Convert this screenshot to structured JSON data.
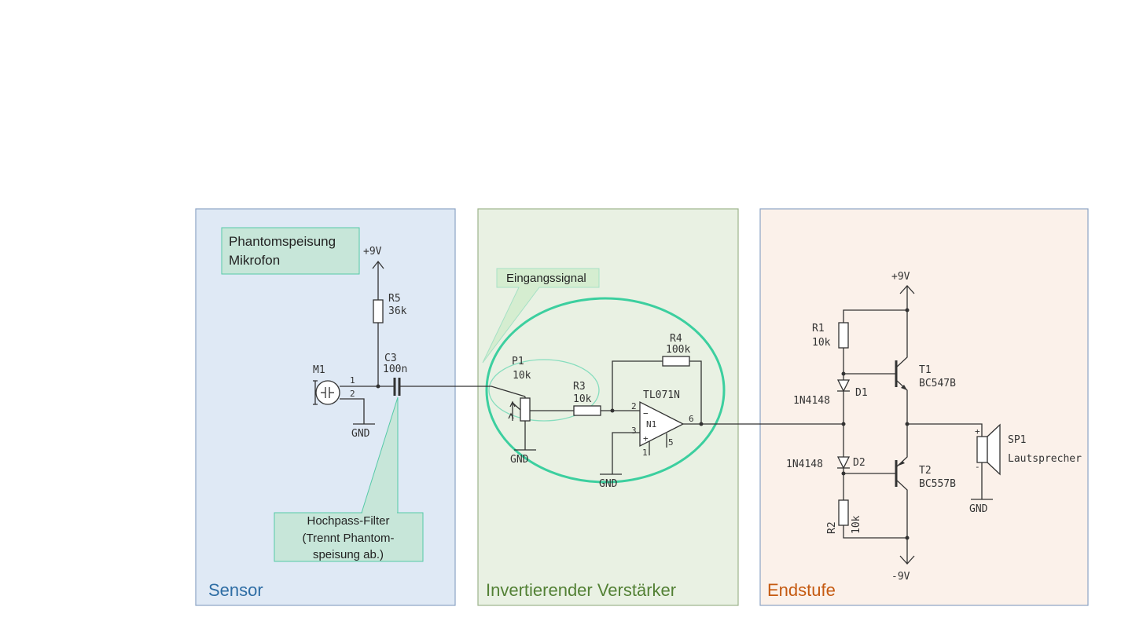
{
  "colors": {
    "sensor_bg": "#dfe9f5",
    "sensor_border": "#8da4c4",
    "sensor_title": "#2e6da4",
    "amp_bg": "#e9f1e3",
    "amp_border": "#9db48c",
    "amp_title": "#538135",
    "power_bg": "#fbf1ea",
    "power_border": "#8da4c4",
    "power_title": "#c55a11",
    "callout_fill": "#c7e6d9",
    "callout_border": "#56c9a8",
    "highlight_ellipse": "#3ccf9f"
  },
  "sections": {
    "sensor": "Sensor",
    "amplifier": "Invertierender Verstärker",
    "power_stage": "Endstufe"
  },
  "callouts": {
    "phantom_line1": "Phantomspeisung",
    "phantom_line2": "Mikrofon",
    "input_signal": "Eingangssignal",
    "highpass_line1": "Hochpass-Filter",
    "highpass_line2": "(Trennt Phantom-",
    "highpass_line3": "speisung ab.)"
  },
  "components": {
    "m1_ref": "M1",
    "m1_pin1": "1",
    "m1_pin2": "2",
    "gnd_label": "GND",
    "pos_supply": "+9V",
    "neg_supply": "-9V",
    "r5_ref": "R5",
    "r5_val": "36k",
    "c3_ref": "C3",
    "c3_val": "100n",
    "p1_ref": "P1",
    "p1_val": "10k",
    "r3_ref": "R3",
    "r3_val": "10k",
    "r4_ref": "R4",
    "r4_val": "100k",
    "opamp_type": "TL071N",
    "opamp_ref": "N1",
    "opamp_pin2": "2",
    "opamp_pin3": "3",
    "opamp_pin6": "6",
    "opamp_pin1": "1",
    "opamp_pin5": "5",
    "opamp_plus": "+",
    "opamp_minus": "−",
    "r1_ref": "R1",
    "r1_val": "10k",
    "r2_ref": "R2",
    "r2_val": "10k",
    "d1_ref": "D1",
    "d1_val": "1N4148",
    "d2_ref": "D2",
    "d2_val": "1N4148",
    "t1_ref": "T1",
    "t1_val": "BC547B",
    "t2_ref": "T2",
    "t2_val": "BC557B",
    "sp1_ref": "SP1",
    "sp1_val": "Lautsprecher",
    "sp1_plus": "+",
    "sp1_minus": "-"
  }
}
